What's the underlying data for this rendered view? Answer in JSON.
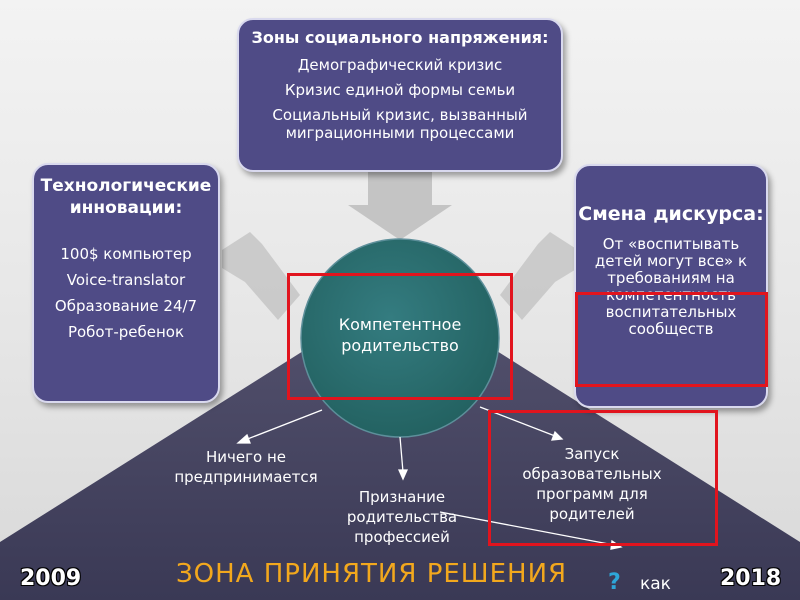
{
  "top_box": {
    "title": "Зоны социального напряжения:",
    "items": [
      "Демографический кризис",
      "Кризис единой формы семьи",
      "Социальный кризис, вызванный миграционными процессами"
    ]
  },
  "left_box": {
    "title": "Технологические инновации:",
    "items": [
      "100$ компьютер",
      "Voice-translator",
      "Образование 24/7",
      "Робот-ребенок"
    ]
  },
  "right_box": {
    "title": "Смена дискурса:",
    "text": "От «воспитывать детей могут все» к требованиям на компетентность воспитательных сообществ"
  },
  "center": {
    "label": "Компетентное родительство"
  },
  "outcomes": {
    "none": "Ничего не предпринимается",
    "profession": "Признание родительства профессией",
    "programs": "Запуск образовательных программ для родителей"
  },
  "zone_title": "ЗОНА ПРИНЯТИЯ РЕШЕНИЯ",
  "years": {
    "start": "2009",
    "end": "2018"
  },
  "question": {
    "icon": "question-mark-icon",
    "text": "как"
  },
  "colors": {
    "box_fill": "#4f4b86",
    "pyramid_fill": "#41405e",
    "circle_fill": "#2a6f73",
    "highlight_frame": "#e1141e",
    "zone_title": "#f2a81d",
    "arrow_gray": "#b9b9b9"
  }
}
